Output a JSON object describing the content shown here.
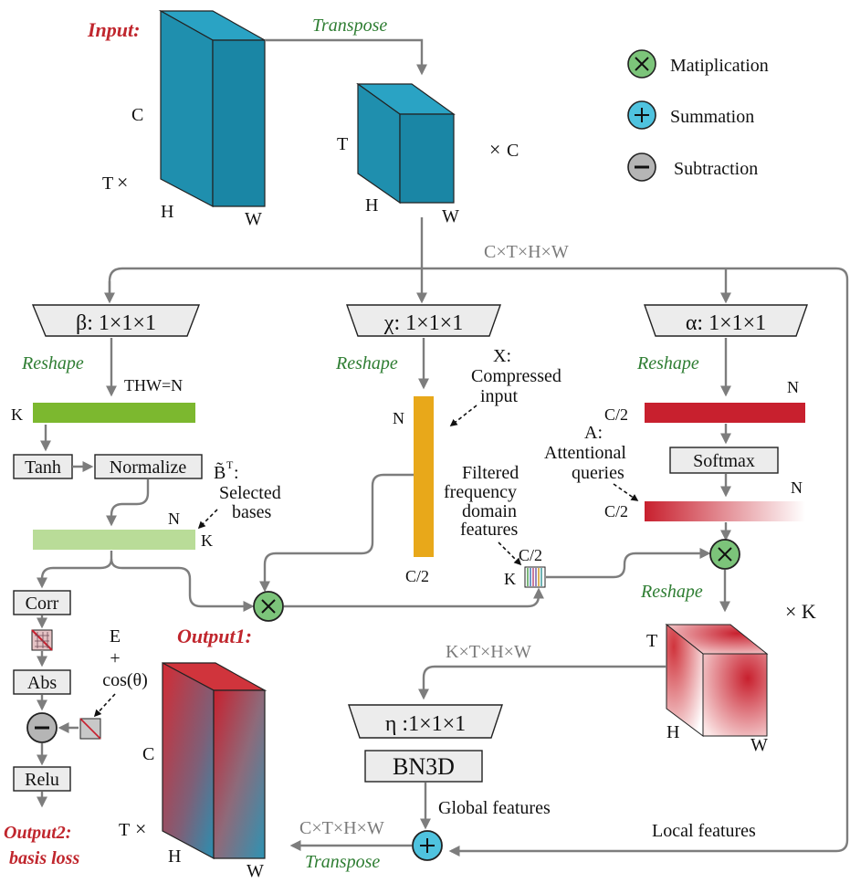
{
  "legend": {
    "multiplication": "Matiplication",
    "summation": "Summation",
    "subtraction": "Subtraction"
  },
  "input": {
    "label": "Input:",
    "dims": {
      "c": "C",
      "t": "T",
      "times": "×",
      "h": "H",
      "w": "W"
    }
  },
  "transposed": {
    "transpose_label": "Transpose",
    "dims": {
      "t": "T",
      "c": "C",
      "times": "×",
      "h": "H",
      "w": "W"
    }
  },
  "shape_top": "C×T×H×W",
  "branches": {
    "beta": {
      "title": "β: 1×1×1",
      "reshape": "Reshape",
      "thw": "THW=N",
      "k": "K"
    },
    "chi": {
      "title": "χ: 1×1×1",
      "reshape": "Reshape",
      "n": "N",
      "c2": "C/2",
      "x_note": "X:",
      "x_note2": "Compressed",
      "x_note3": "input"
    },
    "alpha": {
      "title": "α: 1×1×1",
      "reshape": "Reshape",
      "c2": "C/2",
      "n": "N",
      "softmax": "Softmax",
      "a_note": "A:",
      "a_note2": "Attentional",
      "a_note3": "queries",
      "c2b": "C/2",
      "nb": "N"
    }
  },
  "beta_ops": {
    "tanh": "Tanh",
    "normalize": "Normalize",
    "bt_note": "B̃",
    "bt_sup": "T",
    "bt_colon": ":",
    "bt_note2": "Selected",
    "bt_note3": "bases",
    "n": "N",
    "k": "K",
    "corr": "Corr",
    "abs": "Abs",
    "relu": "Relu",
    "e_label": "E",
    "plus": "+",
    "cos_label": "cos(θ)"
  },
  "filtered": {
    "line1": "Filtered",
    "line2": "frequency",
    "line3": "domain",
    "line4": "features",
    "c2": "C/2",
    "k": "K"
  },
  "alpha_tail": {
    "reshape": "Reshape",
    "times_k": "× K",
    "t": "T",
    "h": "H",
    "w": "W"
  },
  "eta": {
    "title": "η :1×1×1",
    "bn": "BN3D",
    "shape": "K×T×H×W",
    "global": "Global features"
  },
  "output1": {
    "label": "Output1:",
    "c": "C",
    "t": "T",
    "times": "×",
    "h": "H",
    "w": "W"
  },
  "output2": {
    "line1": "Output2:",
    "line2": "basis loss"
  },
  "bottom": {
    "shape": "C×T×H×W",
    "transpose": "Transpose",
    "local": "Local features"
  },
  "colors": {
    "teal": "#1f8fae",
    "green_bar": "#7cb82f",
    "light_green": "#b9dc98",
    "orange": "#e8a81a",
    "red": "#c8202e",
    "circle_green": "#7cc47a",
    "circle_blue": "#4fc3df",
    "circle_gray": "#b5b5b5"
  }
}
